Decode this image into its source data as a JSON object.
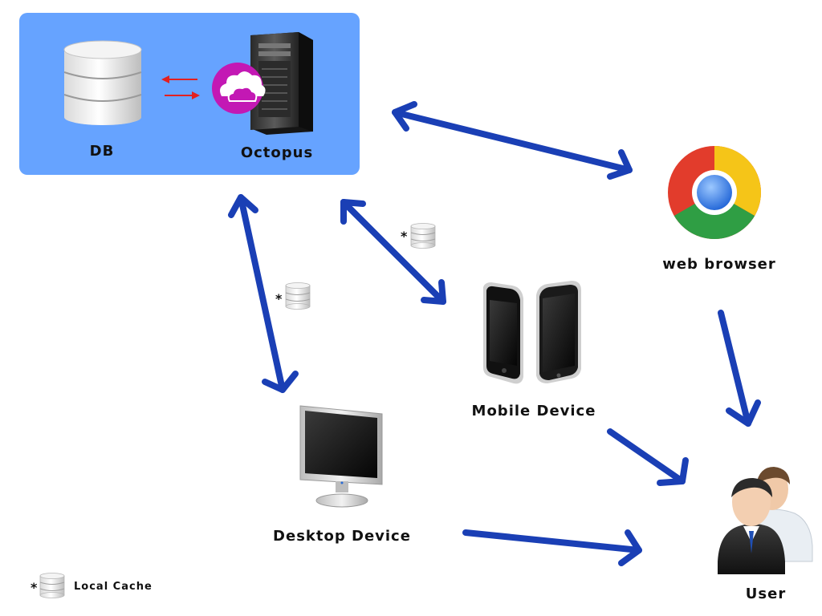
{
  "server_group": {
    "db_label": "DB",
    "octopus_label": "Octopus"
  },
  "nodes": {
    "web_browser_label": "web browser",
    "mobile_label": "Mobile Device",
    "desktop_label": "Desktop Device",
    "user_label": "User"
  },
  "cache_marker": "*",
  "legend": {
    "marker": "*",
    "label": "Local Cache"
  },
  "colors": {
    "panel": "#66a3ff",
    "arrow": "#1a3fb5",
    "sync_arrow": "#e32020",
    "octopus_badge": "#c318b4"
  }
}
